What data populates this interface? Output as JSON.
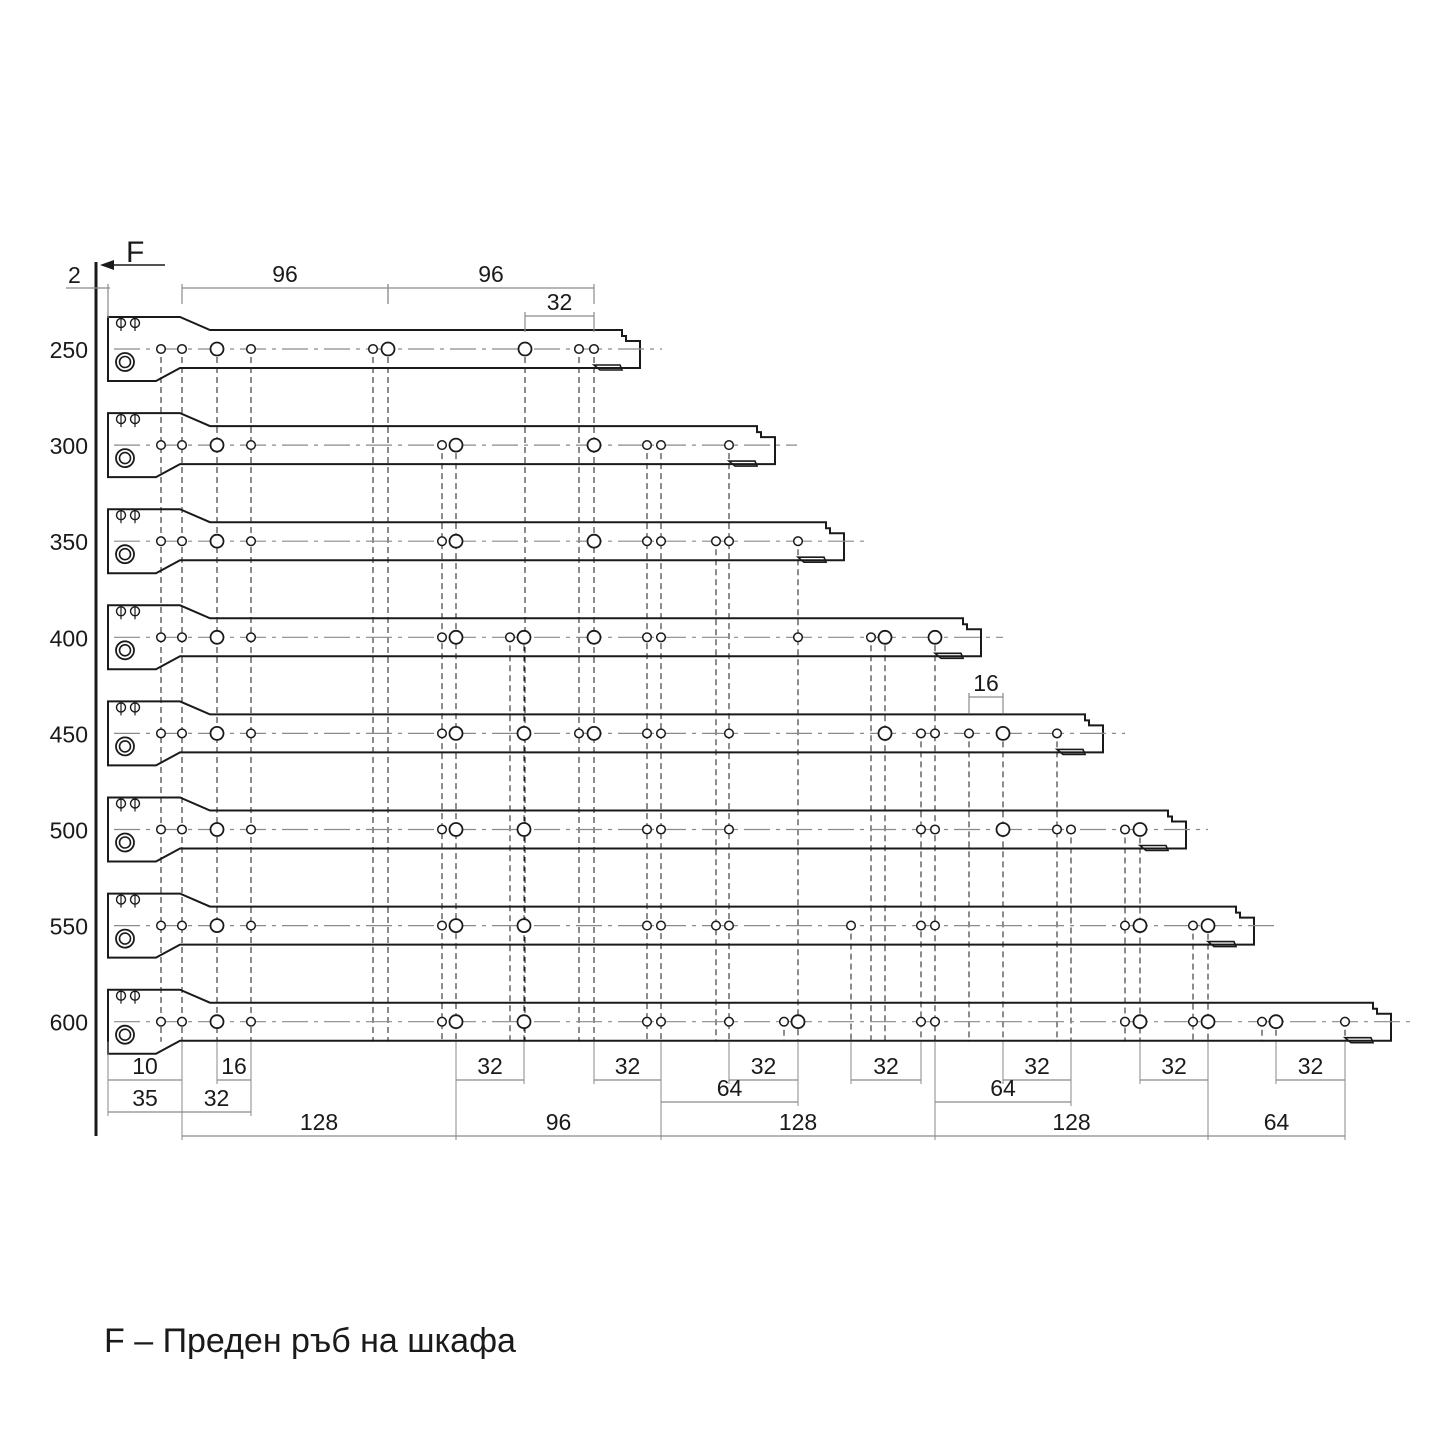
{
  "front_edge": {
    "letter": "F",
    "offset_label": "2"
  },
  "rails": [
    {
      "length": "250",
      "holes": [
        [
          "s",
          0
        ],
        [
          "s",
          21
        ],
        [
          "b",
          56
        ],
        [
          "s",
          90
        ],
        [
          "s",
          212
        ],
        [
          "b",
          227
        ],
        [
          "b",
          364
        ],
        [
          "s",
          418
        ],
        [
          "s",
          433
        ]
      ]
    },
    {
      "length": "300",
      "holes": [
        [
          "s",
          0
        ],
        [
          "s",
          21
        ],
        [
          "b",
          56
        ],
        [
          "s",
          90
        ],
        [
          "s",
          281
        ],
        [
          "b",
          295
        ],
        [
          "b",
          433
        ],
        [
          "s",
          486
        ],
        [
          "s",
          500
        ],
        [
          "s",
          568
        ]
      ]
    },
    {
      "length": "350",
      "holes": [
        [
          "s",
          0
        ],
        [
          "s",
          21
        ],
        [
          "b",
          56
        ],
        [
          "s",
          90
        ],
        [
          "s",
          281
        ],
        [
          "b",
          295
        ],
        [
          "b",
          433
        ],
        [
          "s",
          486
        ],
        [
          "s",
          500
        ],
        [
          "s",
          555
        ],
        [
          "s",
          568
        ],
        [
          "s",
          637
        ]
      ]
    },
    {
      "length": "400",
      "holes": [
        [
          "s",
          0
        ],
        [
          "s",
          21
        ],
        [
          "b",
          56
        ],
        [
          "s",
          90
        ],
        [
          "s",
          281
        ],
        [
          "b",
          295
        ],
        [
          "s",
          349
        ],
        [
          "b",
          363
        ],
        [
          "b",
          433
        ],
        [
          "s",
          486
        ],
        [
          "s",
          500
        ],
        [
          "s",
          637
        ],
        [
          "s",
          710
        ],
        [
          "b",
          724
        ],
        [
          "b",
          774
        ]
      ]
    },
    {
      "length": "450",
      "holes": [
        [
          "s",
          0
        ],
        [
          "s",
          21
        ],
        [
          "b",
          56
        ],
        [
          "s",
          90
        ],
        [
          "s",
          281
        ],
        [
          "b",
          295
        ],
        [
          "b",
          363
        ],
        [
          "s",
          418
        ],
        [
          "b",
          433
        ],
        [
          "s",
          486
        ],
        [
          "s",
          500
        ],
        [
          "s",
          568
        ],
        [
          "b",
          724
        ],
        [
          "s",
          760
        ],
        [
          "s",
          774
        ],
        [
          "s",
          808
        ],
        [
          "b",
          842
        ],
        [
          "s",
          896
        ]
      ]
    },
    {
      "length": "500",
      "holes": [
        [
          "s",
          0
        ],
        [
          "s",
          21
        ],
        [
          "b",
          56
        ],
        [
          "s",
          90
        ],
        [
          "s",
          281
        ],
        [
          "b",
          295
        ],
        [
          "b",
          363
        ],
        [
          "s",
          486
        ],
        [
          "s",
          500
        ],
        [
          "s",
          568
        ],
        [
          "s",
          760
        ],
        [
          "s",
          774
        ],
        [
          "b",
          842
        ],
        [
          "s",
          896
        ],
        [
          "s",
          910
        ],
        [
          "s",
          964
        ],
        [
          "b",
          979
        ]
      ]
    },
    {
      "length": "550",
      "holes": [
        [
          "s",
          0
        ],
        [
          "s",
          21
        ],
        [
          "b",
          56
        ],
        [
          "s",
          90
        ],
        [
          "s",
          281
        ],
        [
          "b",
          295
        ],
        [
          "b",
          363
        ],
        [
          "s",
          486
        ],
        [
          "s",
          500
        ],
        [
          "s",
          555
        ],
        [
          "s",
          568
        ],
        [
          "s",
          690
        ],
        [
          "s",
          760
        ],
        [
          "s",
          774
        ],
        [
          "s",
          964
        ],
        [
          "b",
          979
        ],
        [
          "s",
          1032
        ],
        [
          "b",
          1047
        ]
      ]
    },
    {
      "length": "600",
      "holes": [
        [
          "s",
          0
        ],
        [
          "s",
          21
        ],
        [
          "b",
          56
        ],
        [
          "s",
          90
        ],
        [
          "s",
          281
        ],
        [
          "b",
          295
        ],
        [
          "b",
          363
        ],
        [
          "s",
          486
        ],
        [
          "s",
          500
        ],
        [
          "s",
          568
        ],
        [
          "s",
          623
        ],
        [
          "b",
          637
        ],
        [
          "s",
          760
        ],
        [
          "s",
          774
        ],
        [
          "s",
          964
        ],
        [
          "b",
          979
        ],
        [
          "s",
          1032
        ],
        [
          "b",
          1047
        ],
        [
          "s",
          1101
        ],
        [
          "b",
          1115
        ],
        [
          "s",
          1184
        ]
      ]
    }
  ],
  "top_dimensions": [
    {
      "label": "96",
      "from": 21,
      "to": 227
    },
    {
      "label": "96",
      "from": 227,
      "to": 433
    },
    {
      "label": "32",
      "from": 364,
      "to": 433
    },
    {
      "label": "16",
      "from": 808,
      "to": 842
    }
  ],
  "bottom_dimensions": [
    {
      "label": "10",
      "from": -52,
      "to": 21,
      "level": 0
    },
    {
      "label": "16",
      "from": 56,
      "to": 90,
      "level": 0
    },
    {
      "label": "32",
      "from": 295,
      "to": 363,
      "level": 0
    },
    {
      "label": "32",
      "from": 433,
      "to": 500,
      "level": 0
    },
    {
      "label": "32",
      "from": 568,
      "to": 637,
      "level": 0
    },
    {
      "label": "32",
      "from": 690,
      "to": 760,
      "level": 0
    },
    {
      "label": "32",
      "from": 842,
      "to": 910,
      "level": 0
    },
    {
      "label": "32",
      "from": 979,
      "to": 1047,
      "level": 0
    },
    {
      "label": "32",
      "from": 1115,
      "to": 1184,
      "level": 0
    },
    {
      "label": "64",
      "from": 500,
      "to": 637,
      "level": 1
    },
    {
      "label": "64",
      "from": 774,
      "to": 910,
      "level": 1
    },
    {
      "label": "35",
      "from": -52,
      "to": 21,
      "level": 2
    },
    {
      "label": "32",
      "from": 21,
      "to": 90,
      "level": 2
    },
    {
      "label": "128",
      "from": 21,
      "to": 295,
      "level": 3
    },
    {
      "label": "96",
      "from": 295,
      "to": 500,
      "level": 3
    },
    {
      "label": "128",
      "from": 500,
      "to": 774,
      "level": 3
    },
    {
      "label": "128",
      "from": 774,
      "to": 1047,
      "level": 3
    },
    {
      "label": "64",
      "from": 1047,
      "to": 1184,
      "level": 3
    }
  ],
  "caption": "F – Преден ръб на шкафа"
}
